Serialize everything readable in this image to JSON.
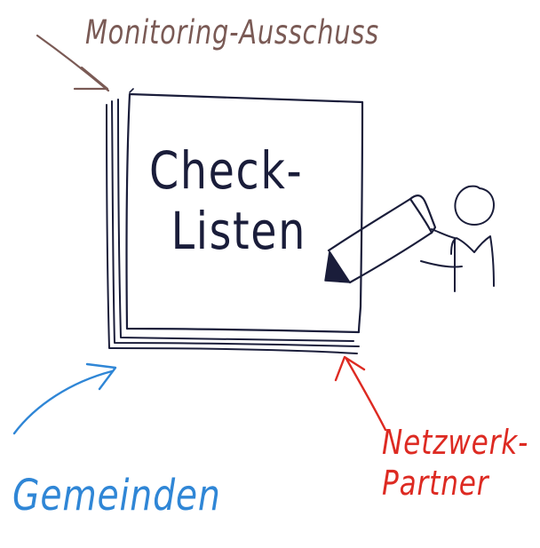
{
  "labels": {
    "monitoring": "Monitoring-Ausschuss",
    "board_line_1": "Check-",
    "board_line_2": "Listen",
    "gemeinden": "Gemeinden",
    "partner_line_1": "Netzwerk-",
    "partner_line_2": "Partner"
  },
  "colors": {
    "monitoring": "#7a5a55",
    "board": "#1a1d3a",
    "gemeinden": "#2f86d6",
    "partner": "#dd2a22"
  },
  "icons": {
    "board": "whiteboard-icon",
    "pencil": "pencil-icon",
    "person": "person-icon"
  }
}
